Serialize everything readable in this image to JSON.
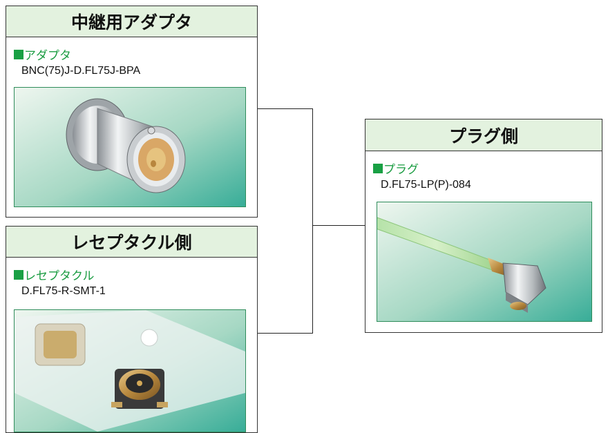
{
  "relay_adapter": {
    "title": "中継用アダプタ",
    "category": "アダプタ",
    "part_number": "BNC(75)J-D.FL75J-BPA"
  },
  "receptacle_side": {
    "title": "レセプタクル側",
    "category": "レセプタクル",
    "part_number": "D.FL75-R-SMT-1"
  },
  "plug_side": {
    "title": "プラグ側",
    "category": "プラグ",
    "part_number": "D.FL75-LP(P)-084"
  },
  "colors": {
    "header_bg": "#e3f2df",
    "category_text": "#1a9c41",
    "photo_gradient": [
      "#e8f3ec",
      "#3fb39a"
    ]
  }
}
